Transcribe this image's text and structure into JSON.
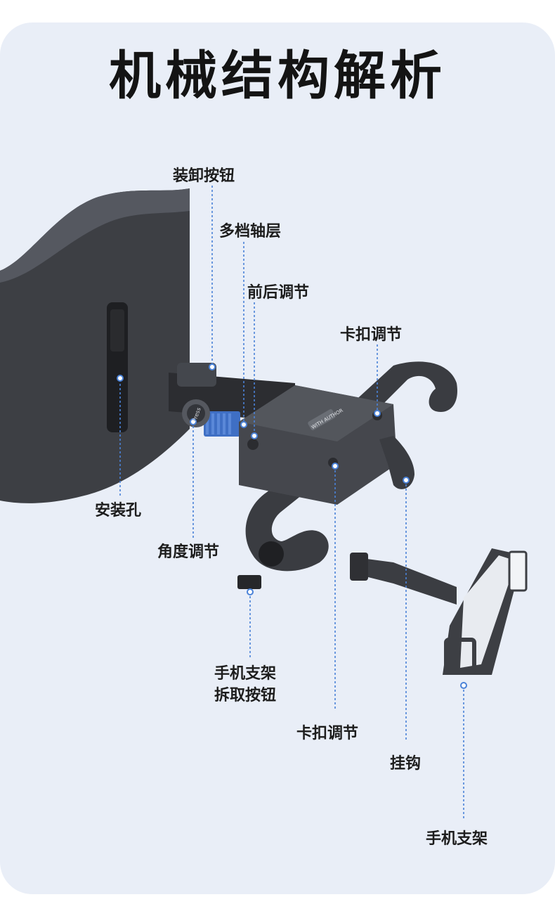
{
  "title": "机械结构解析",
  "colors": {
    "background": "#e9eef7",
    "leader_line": "#4a82d8",
    "text": "#1d1d1d",
    "accent_blue": "#3f6fc4",
    "product_dark": "#3d3f43"
  },
  "labels": {
    "release_button": "装卸按钮",
    "multi_gear_shaft": "多档轴层",
    "front_back_adjust": "前后调节",
    "clip_adjust_top": "卡扣调节",
    "mounting_hole": "安装孔",
    "angle_adjust": "角度调节",
    "holder_release_line1": "手机支架",
    "holder_release_line2": "拆取按钮",
    "clip_adjust_bottom": "卡扣调节",
    "hook": "挂钩",
    "phone_holder": "手机支架"
  },
  "product_marks": {
    "knob_text": "Press",
    "brand_text": "WITH AUTHOR"
  },
  "icons": [
    "headrest-image",
    "mount-base-image",
    "hook-image",
    "phone-holder-image"
  ]
}
